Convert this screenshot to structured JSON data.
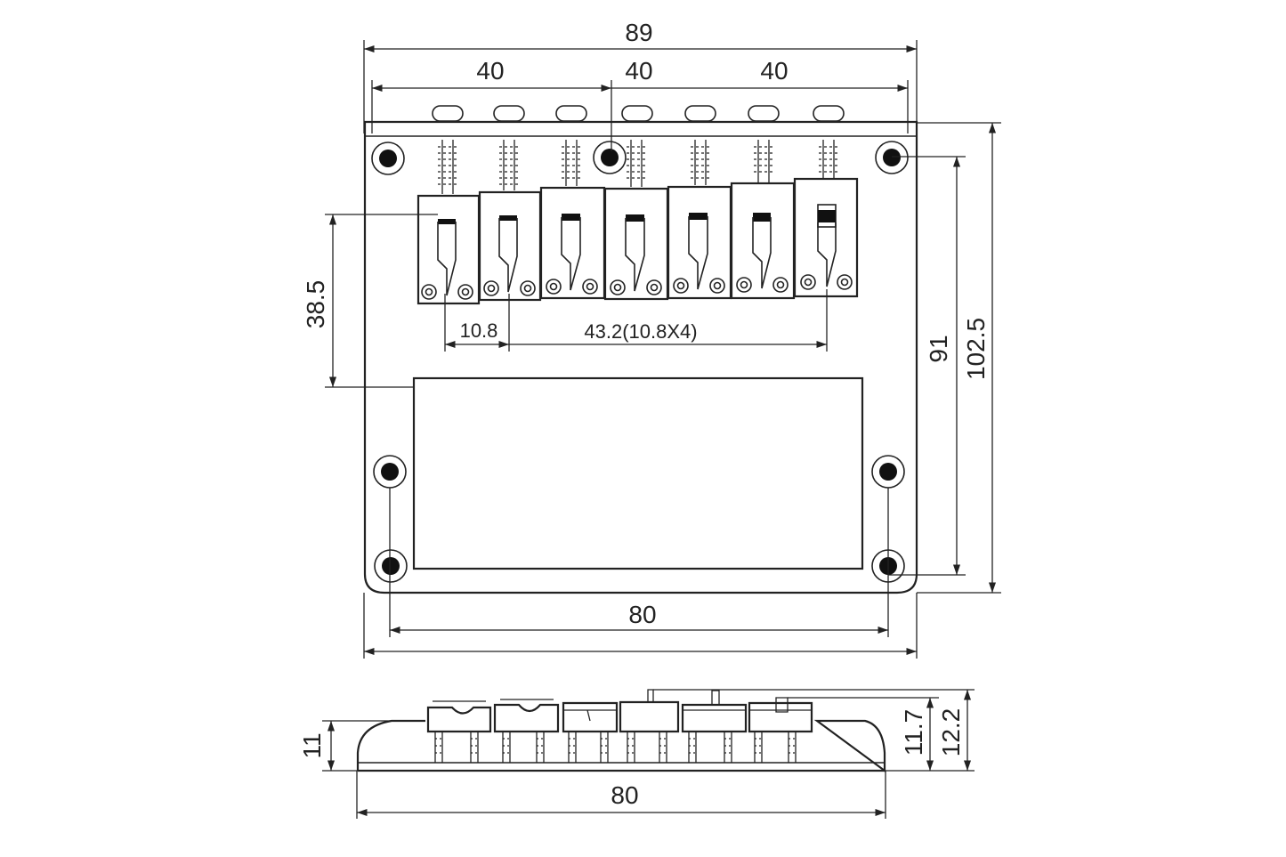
{
  "diagram": {
    "top_view": {
      "overall_width": "89",
      "spacing_left": "40",
      "spacing_middle": "40",
      "spacing_right": "40",
      "saddle_spacing_single": "10.8",
      "saddle_spacing_total": "43.2(10.8X4)",
      "saddle_to_pickup": "38.5",
      "mount_hole_span": "91",
      "overall_length": "102.5",
      "bottom_hole_span": "80",
      "saddle_count": 7
    },
    "side_view": {
      "base_height": "11",
      "saddle_height_low": "11.7",
      "saddle_height_high": "12.2",
      "base_length": "80"
    }
  }
}
